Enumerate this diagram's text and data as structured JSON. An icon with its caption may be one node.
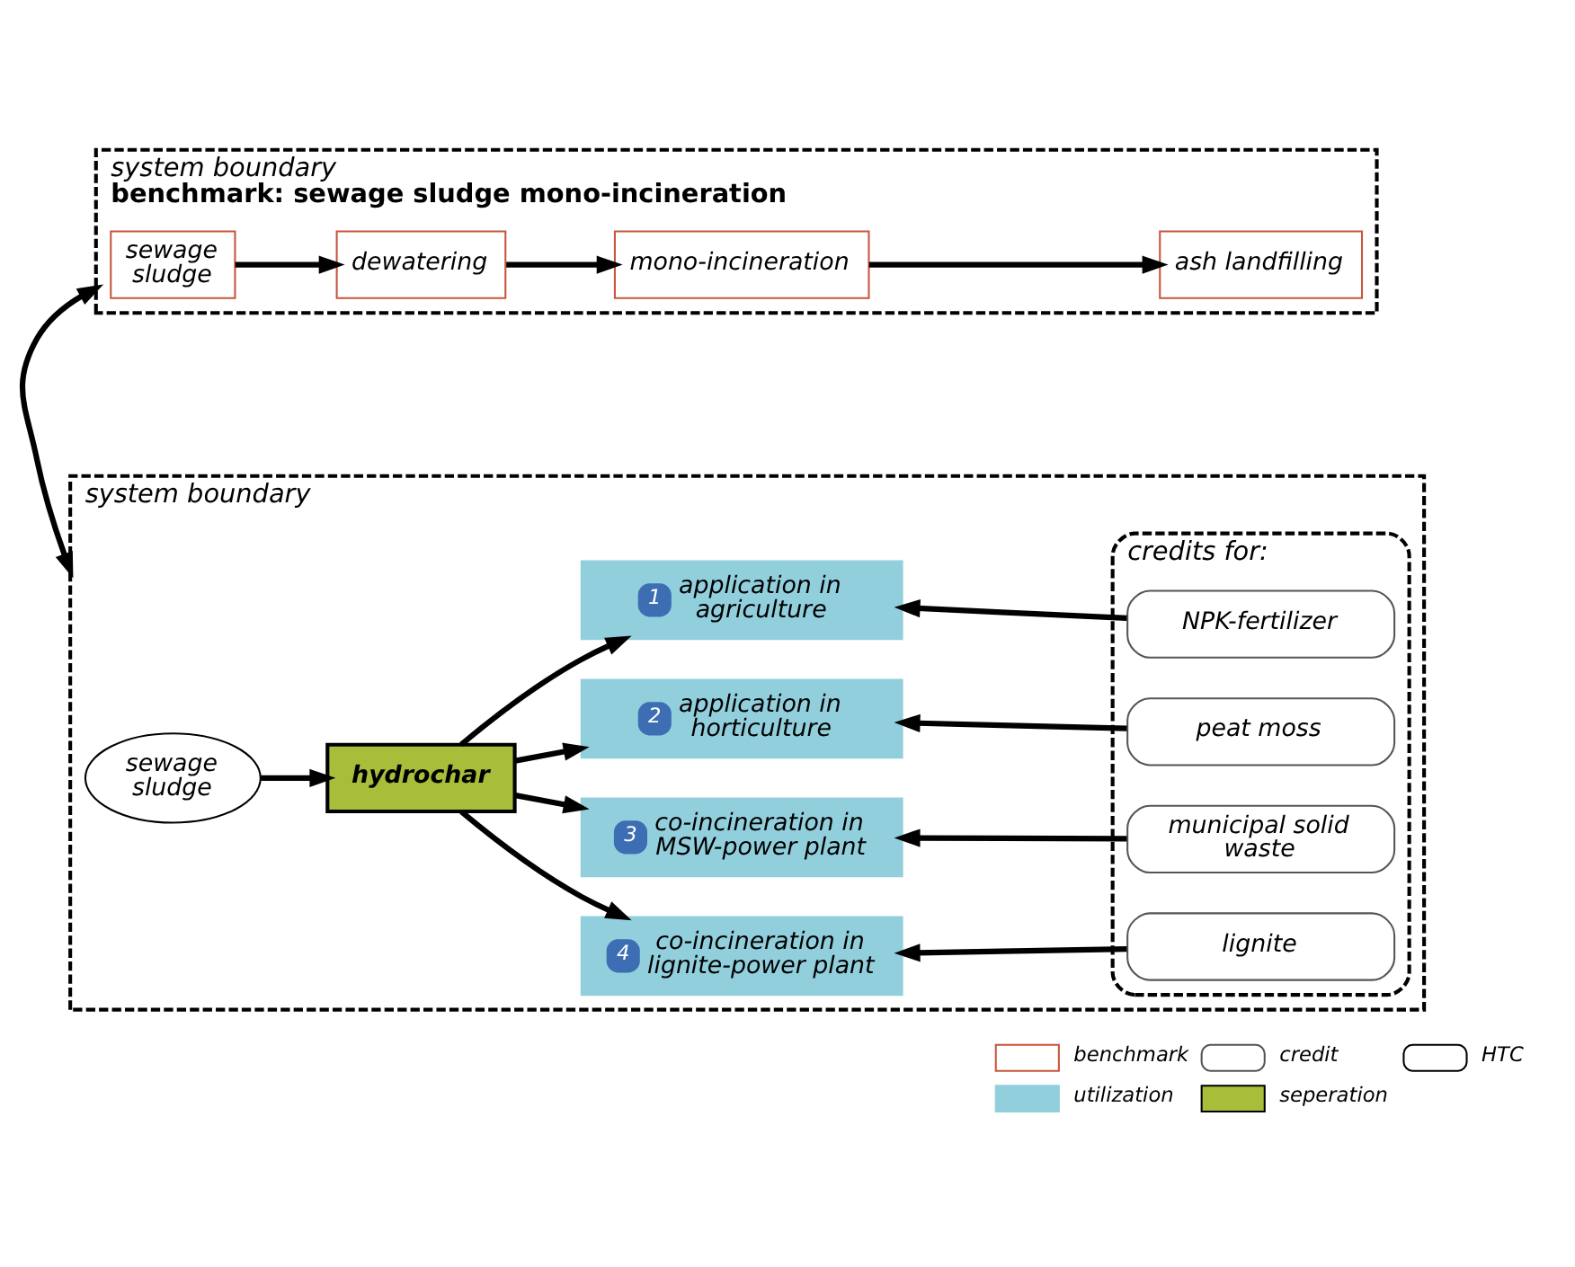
{
  "diagram": {
    "nodes": [
      {
        "text": [
          "system boundary",
          "benchmark: sewage sludge mono-incineration"
        ]
      },
      {
        "text": [
          "sewage sludge"
        ],
        "in": 0
      },
      {
        "text": [
          "dewatering"
        ],
        "in": 0
      },
      {
        "text": [
          "mono-incineration"
        ],
        "in": 0
      },
      {
        "text": [
          "ash landfilling"
        ],
        "in": 0
      },
      {
        "text": [
          "system boundary"
        ]
      },
      {
        "text": [
          "sewage sludge"
        ],
        "in": 5
      },
      {
        "text": [
          "hydrochar"
        ],
        "in": 5
      },
      {
        "text": [
          "1",
          "application in agriculture"
        ],
        "in": 5
      },
      {
        "text": [
          "2",
          "application in horticulture"
        ],
        "in": 5
      },
      {
        "text": [
          "3",
          "co-incineration in MSW-power plant"
        ],
        "in": 5
      },
      {
        "text": [
          "4",
          "co-incineration in lignite-power plant"
        ],
        "in": 5
      },
      {
        "text": [
          "credits for:"
        ],
        "in": 5
      },
      {
        "text": [
          "NPK-fertilizer"
        ],
        "in": 12
      },
      {
        "text": [
          "peat moss"
        ],
        "in": 12
      },
      {
        "text": [
          "municipal solid waste"
        ],
        "in": 12
      },
      {
        "text": [
          "lignite"
        ],
        "in": 12
      }
    ],
    "edges": [
      {
        "from": 1,
        "to": 2,
        "arrow": "to"
      },
      {
        "from": 2,
        "to": 3,
        "arrow": "to"
      },
      {
        "from": 3,
        "to": 4,
        "arrow": "to"
      },
      {
        "from": 0,
        "to": 5,
        "arrow": "both"
      },
      {
        "from": 6,
        "to": 7,
        "arrow": "to"
      },
      {
        "from": 7,
        "to": 8,
        "arrow": "to"
      },
      {
        "from": 7,
        "to": 9,
        "arrow": "to"
      },
      {
        "from": 7,
        "to": 10,
        "arrow": "to"
      },
      {
        "from": 7,
        "to": 11,
        "arrow": "to"
      },
      {
        "from": 13,
        "to": 8,
        "arrow": "to"
      },
      {
        "from": 14,
        "to": 9,
        "arrow": "to"
      },
      {
        "from": 15,
        "to": 10,
        "arrow": "to"
      },
      {
        "from": 16,
        "to": 11,
        "arrow": "to"
      }
    ],
    "legend": [
      {
        "text": "benchmark"
      },
      {
        "text": "credit"
      },
      {
        "text": "HTC"
      },
      {
        "text": "utilization",
        "color": "#92cfdd"
      },
      {
        "text": "seperation",
        "color": "#a8bd3a"
      }
    ]
  }
}
